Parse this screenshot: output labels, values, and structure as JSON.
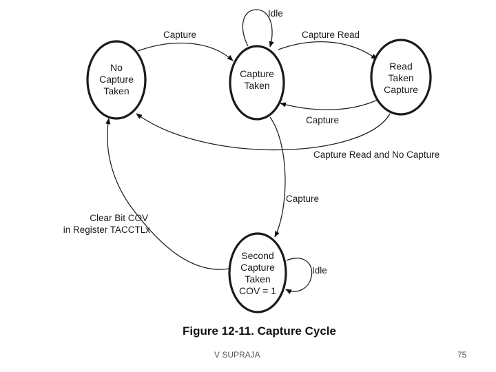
{
  "figure": {
    "caption": "Figure 12-11. Capture Cycle"
  },
  "states": {
    "no_capture": [
      "No",
      "Capture",
      "Taken"
    ],
    "capture_taken": [
      "Capture",
      "Taken"
    ],
    "read_taken": [
      "Read",
      "Taken",
      "Capture"
    ],
    "second_capture": [
      "Second",
      "Capture",
      "Taken",
      "COV = 1"
    ]
  },
  "transitions": {
    "idle_top": "Idle",
    "capture_1": "Capture",
    "capture_read": "Capture Read",
    "capture_back": "Capture",
    "capture_read_no_capture": "Capture Read and No Capture",
    "capture_down": "Capture",
    "clear_cov": [
      "Clear Bit COV",
      "in Register TACCTLx"
    ],
    "idle_bottom": "Idle"
  },
  "footer": {
    "author": "V SUPRAJA",
    "page": "75"
  }
}
